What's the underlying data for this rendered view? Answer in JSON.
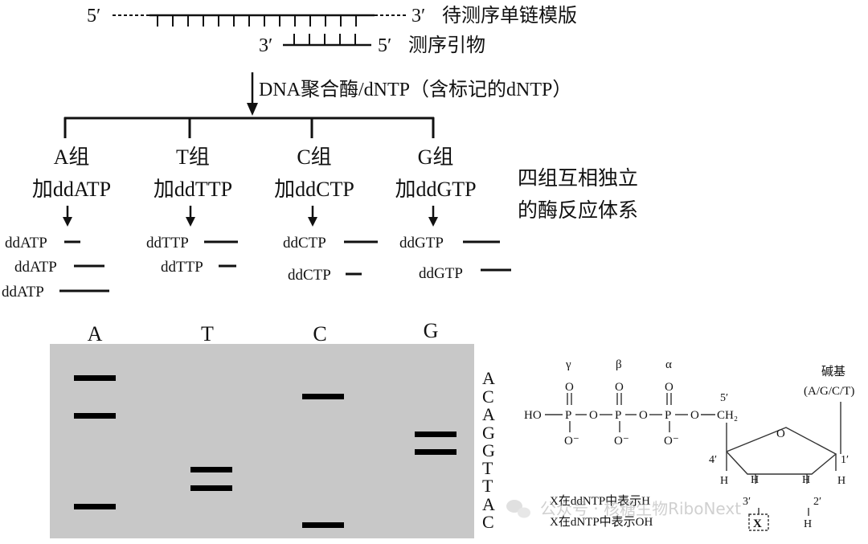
{
  "template": {
    "five_prime_left": "5′",
    "three_prime_right": "3′",
    "label": "待测序单链模版"
  },
  "primer": {
    "three_prime": "3′",
    "five_prime": "5′",
    "label": "测序引物"
  },
  "reaction_label": "DNA聚合酶/dNTP（含标记的dNTP）",
  "groups": [
    {
      "name": "A组",
      "reagent": "加ddATP",
      "fragment_label": "ddATP",
      "fragments": 3
    },
    {
      "name": "T组",
      "reagent": "加ddTTP",
      "fragment_label": "ddTTP",
      "fragments": 2
    },
    {
      "name": "C组",
      "reagent": "加ddCTP",
      "fragment_label": "ddCTP",
      "fragments": 2
    },
    {
      "name": "G组",
      "reagent": "加ddGTP",
      "fragment_label": "ddGTP",
      "fragments": 2
    }
  ],
  "independent_note": [
    "四组互相独立",
    "的酶反应体系"
  ],
  "gel": {
    "background": "#c8c8c8",
    "lanes": [
      "A",
      "T",
      "C",
      "G"
    ],
    "sequence": [
      "A",
      "C",
      "A",
      "G",
      "G",
      "T",
      "T",
      "A",
      "C"
    ]
  },
  "molecule": {
    "greek": [
      "γ",
      "β",
      "α"
    ],
    "base_label": "碱基",
    "base_options": "(A/G/C/T)",
    "groups": [
      "HO",
      "P",
      "O",
      "P",
      "O",
      "P",
      "O",
      "CH₂"
    ],
    "oxygen_double": "O",
    "oxygen_minus": "O⁻",
    "ring_oxygen": "O",
    "positions": [
      "5′",
      "4′",
      "3′",
      "2′",
      "1′"
    ],
    "hydrogen": "H",
    "x_label": "X",
    "notes": [
      "X在ddNTP中表示H",
      "X在dNTP中表示OH"
    ]
  },
  "watermark": "公众号 · 核糖生物RiboNext"
}
